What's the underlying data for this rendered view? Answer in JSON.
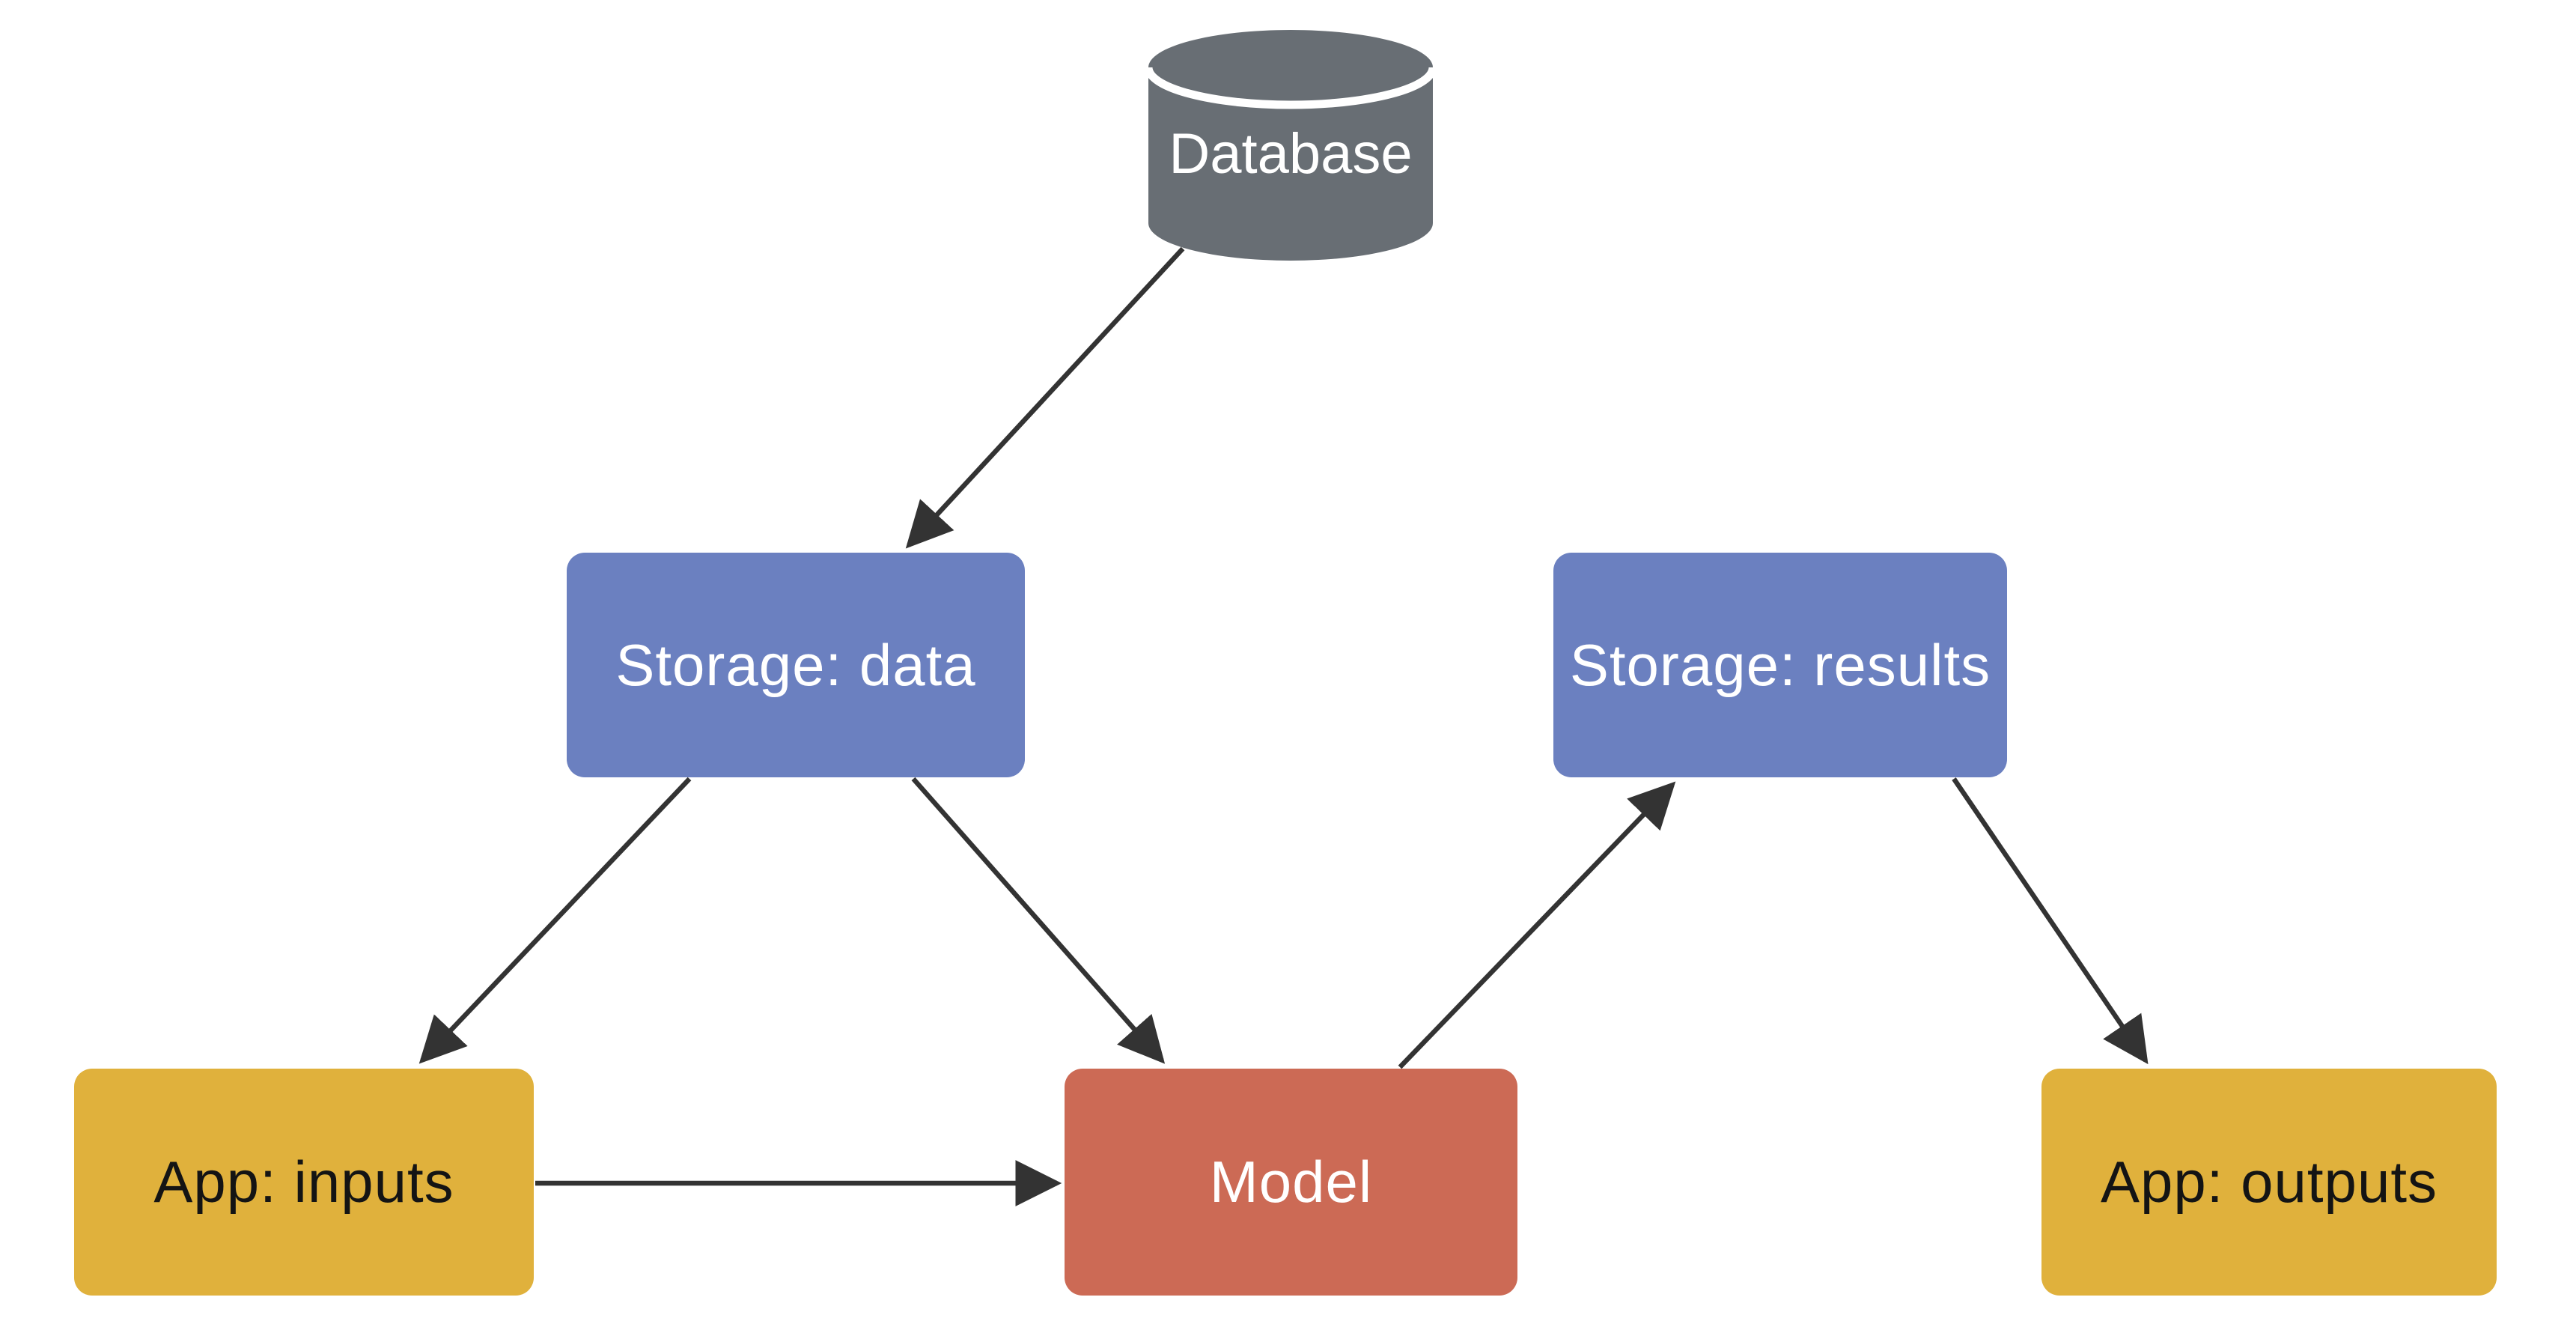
{
  "diagram": {
    "type": "flowchart",
    "background_color": "#ffffff",
    "edge_color": "#333333",
    "nodes": [
      {
        "id": "database",
        "label": "Database",
        "shape": "cylinder",
        "fill": "#686e74",
        "text_color": "#ffffff"
      },
      {
        "id": "storage_data",
        "label": "Storage: data",
        "shape": "rounded-rect",
        "fill": "#6b80c0",
        "text_color": "#ffffff"
      },
      {
        "id": "storage_results",
        "label": "Storage: results",
        "shape": "rounded-rect",
        "fill": "#6b80c0",
        "text_color": "#ffffff"
      },
      {
        "id": "app_inputs",
        "label": "App: inputs",
        "shape": "rounded-rect",
        "fill": "#e0b13c",
        "text_color": "#141414"
      },
      {
        "id": "model",
        "label": "Model",
        "shape": "rounded-rect",
        "fill": "#cc6a55",
        "text_color": "#ffffff"
      },
      {
        "id": "app_outputs",
        "label": "App: outputs",
        "shape": "rounded-rect",
        "fill": "#e0b13c",
        "text_color": "#141414"
      }
    ],
    "edges": [
      {
        "from": "database",
        "to": "storage_data"
      },
      {
        "from": "storage_data",
        "to": "app_inputs"
      },
      {
        "from": "storage_data",
        "to": "model"
      },
      {
        "from": "app_inputs",
        "to": "model"
      },
      {
        "from": "model",
        "to": "storage_results"
      },
      {
        "from": "storage_results",
        "to": "app_outputs"
      }
    ]
  }
}
